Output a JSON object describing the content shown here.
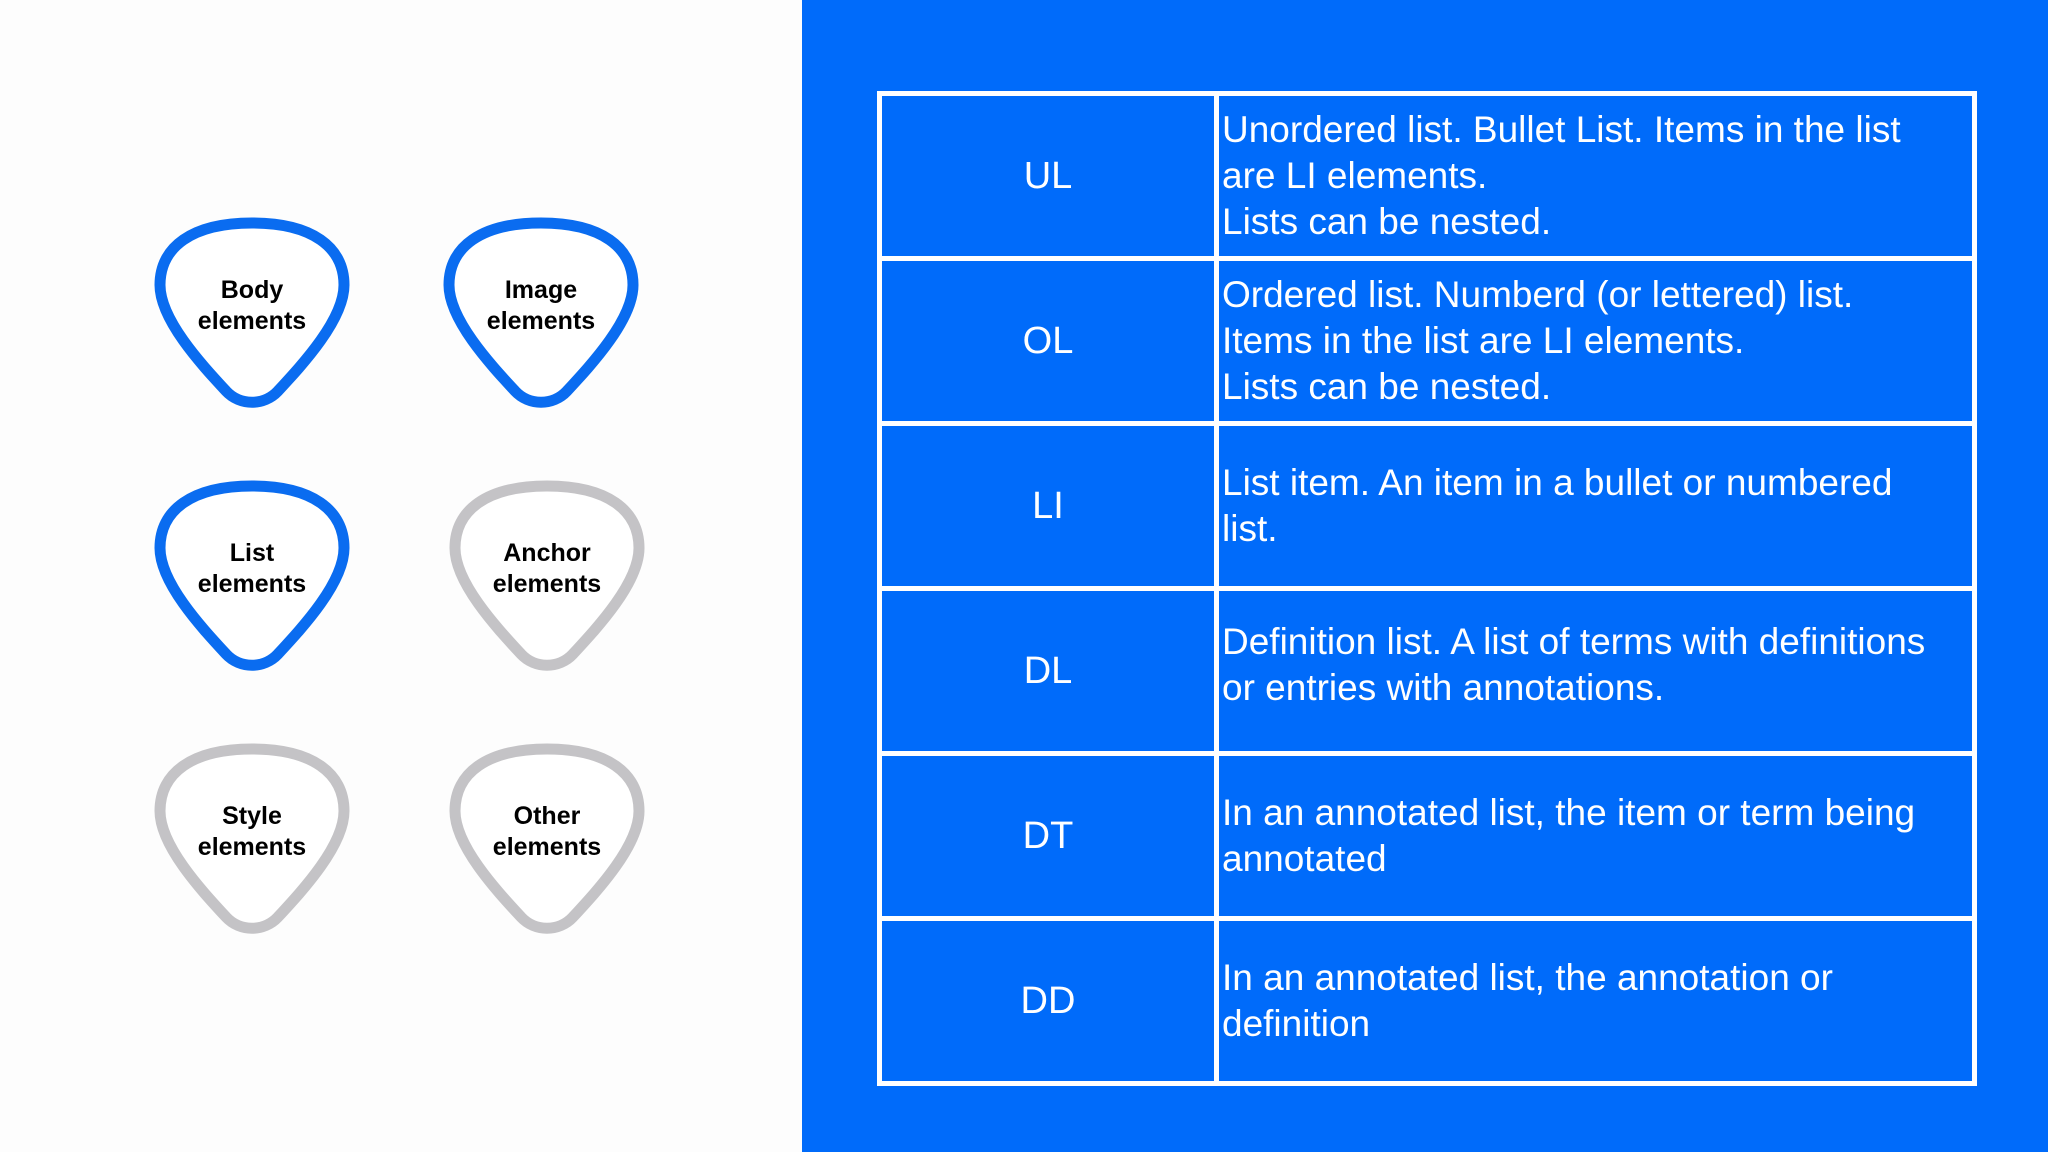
{
  "categories": [
    {
      "line1": "Body",
      "line2": "elements",
      "active": true
    },
    {
      "line1": "Image",
      "line2": "elements",
      "active": true
    },
    {
      "line1": "List",
      "line2": "elements",
      "active": true
    },
    {
      "line1": "Anchor",
      "line2": "elements",
      "active": false
    },
    {
      "line1": "Style",
      "line2": "elements",
      "active": false
    },
    {
      "line1": "Other",
      "line2": "elements",
      "active": false
    }
  ],
  "table": {
    "rows": [
      {
        "tag": "UL",
        "lines": [
          "Unordered list. Bullet List. Items in the list",
          "are LI elements.",
          "Lists can be nested."
        ]
      },
      {
        "tag": "OL",
        "lines": [
          "Ordered list. Numberd (or lettered) list.",
          "Items in the list are LI elements.",
          "Lists can be nested."
        ]
      },
      {
        "tag": "LI",
        "lines": [
          "List item. An item in a bullet or numbered",
          "list."
        ]
      },
      {
        "tag": "DL",
        "lines": [
          "Definition list. A list of terms with definitions",
          "or entries with annotations."
        ]
      },
      {
        "tag": "DT",
        "lines": [
          "In an annotated list, the item or term being",
          "annotated"
        ]
      },
      {
        "tag": "DD",
        "lines": [
          "In an annotated list, the annotation or",
          "definition"
        ]
      }
    ]
  },
  "colors": {
    "accent": "#006bfa",
    "active_outline": "#0a6cf0",
    "inactive_outline": "#c4c3c6",
    "text_on_accent": "#ffffff"
  }
}
